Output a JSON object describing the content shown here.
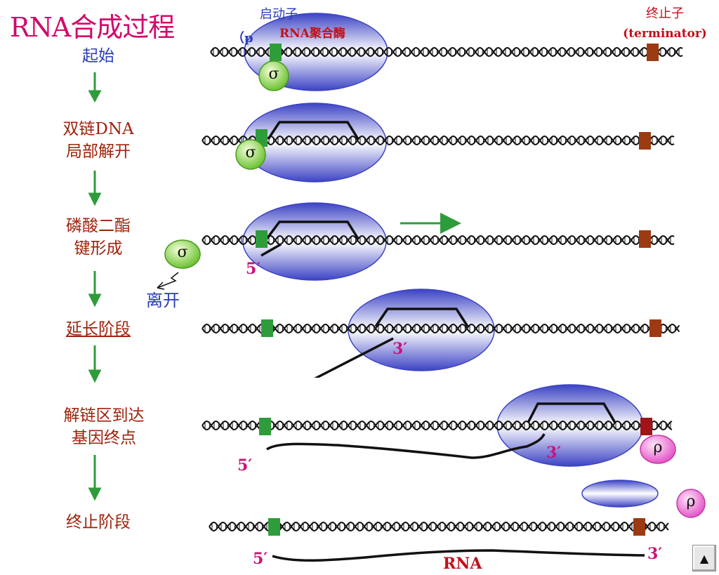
{
  "title": "RNA合成过程",
  "steps": [
    {
      "lines": [
        "起始"
      ]
    },
    {
      "lines": [
        "双链DNA",
        "局部解开"
      ]
    },
    {
      "lines": [
        "磷酸二酯",
        "键形成"
      ]
    },
    {
      "lines": [
        "延长阶段"
      ]
    },
    {
      "lines": [
        "解链区到达",
        "基因终点"
      ]
    },
    {
      "lines": [
        "终止阶段"
      ]
    }
  ],
  "labels": {
    "promoter": "启动子",
    "promoter_paren": "（p",
    "polymerase": "RNA聚合酶",
    "terminator": "终止子",
    "terminator_en": "(terminator)",
    "sigma": "σ",
    "rho": "ρ",
    "leave": "离开",
    "five_prime": "5′",
    "three_prime": "3′",
    "rna": "RNA"
  },
  "colors": {
    "title": "#d10a6c",
    "step_text": "#a0220b",
    "blue_text": "#2a3db8",
    "arrow": "#2e9c3a",
    "promoter_box": "#2e9c3a",
    "terminator_box": "#9c3a12",
    "sigma_fill": "#9ee05a",
    "rho_fill": "#f07ad8",
    "enzyme_edge": "#3c43c4",
    "prime_label": "#cc127a"
  },
  "icons": {
    "scroll_up": "triangle-up-icon"
  }
}
